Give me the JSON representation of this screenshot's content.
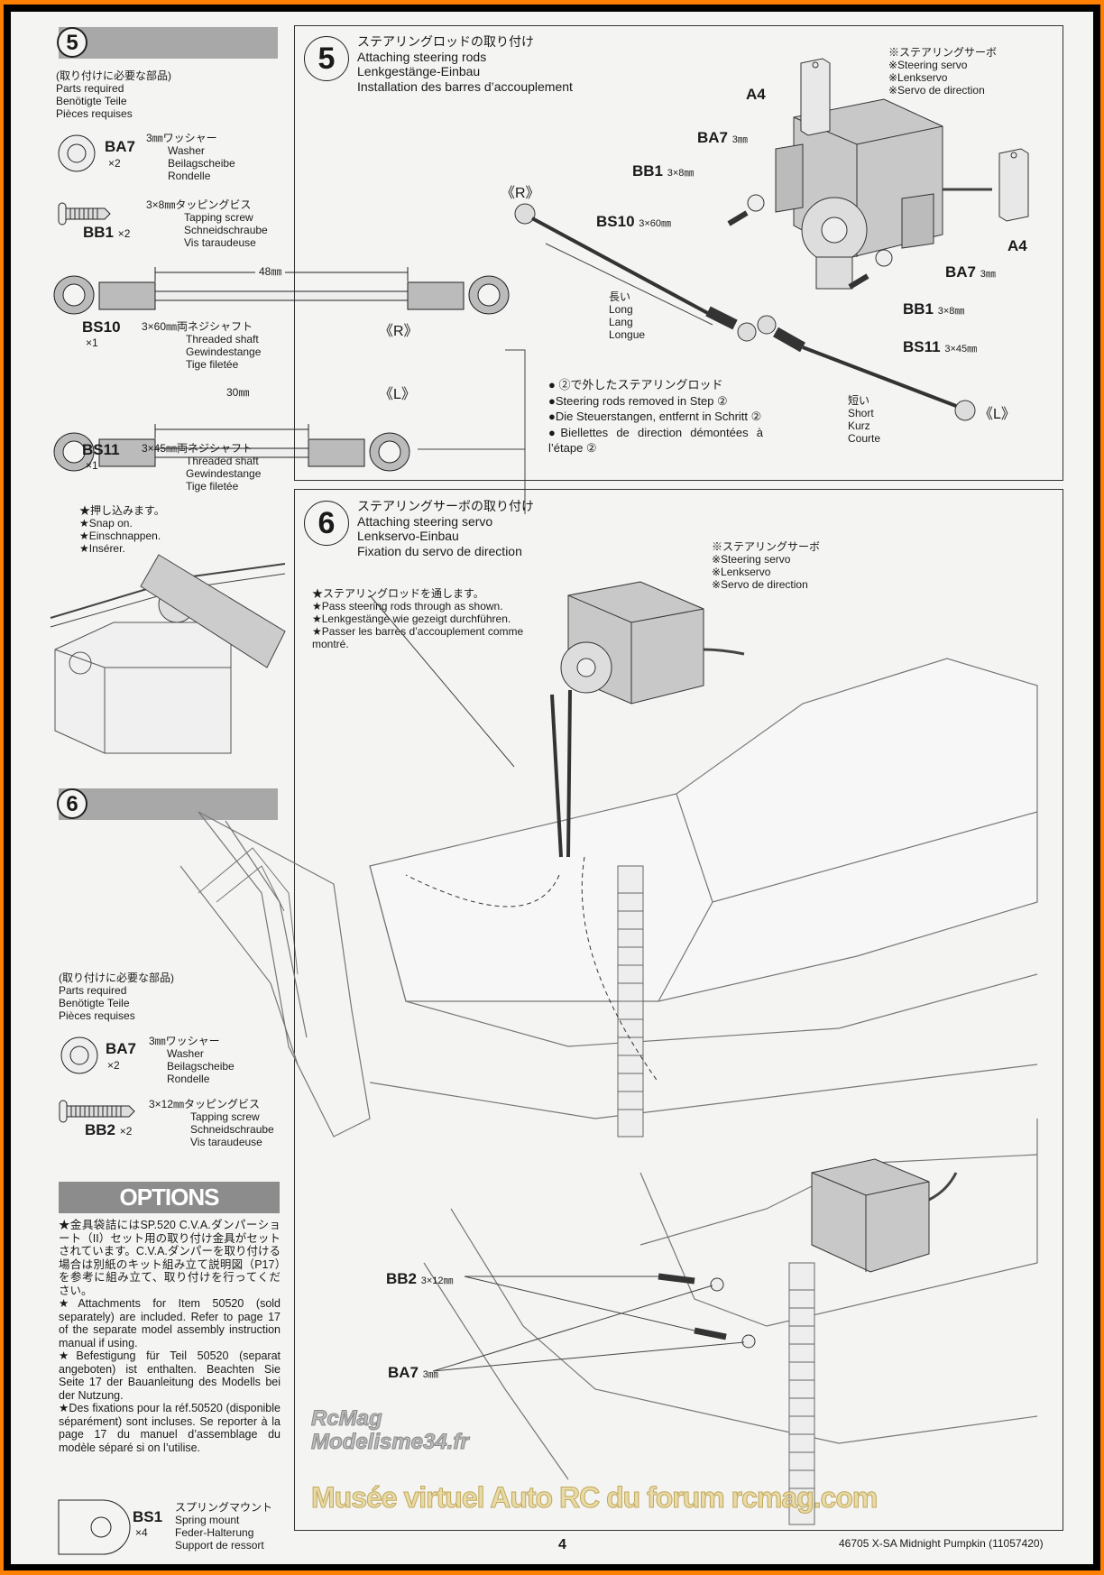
{
  "colors": {
    "border": "#ff7f00",
    "header_bar": "#a8a8a8",
    "options_bar": "#8c8c8c",
    "servo": "#c8c8c8"
  },
  "left5": {
    "step": "5",
    "parts_title": [
      "(取り付けに必要な部品)",
      "Parts required",
      "Benötigte Teile",
      "Pièces requises"
    ],
    "ba7": {
      "code": "BA7",
      "qty": "×2",
      "desc": [
        "3㎜ワッシャー",
        "Washer",
        "Beilagscheibe",
        "Rondelle"
      ]
    },
    "bb1": {
      "code": "BB1",
      "qty": "×2",
      "desc": [
        "3×8㎜タッピングビス",
        "Tapping screw",
        "Schneidschraube",
        "Vis taraudeuse"
      ]
    },
    "bs10": {
      "code": "BS10",
      "qty": "×1",
      "length": "48㎜",
      "side": "《R》",
      "desc": [
        "3×60㎜両ネジシャフト",
        "Threaded shaft",
        "Gewindestange",
        "Tige filetée"
      ]
    },
    "bs11": {
      "code": "BS11",
      "qty": "×1",
      "length": "30㎜",
      "side": "《L》",
      "desc": [
        "3×45㎜両ネジシャフト",
        "Threaded shaft",
        "Gewindestange",
        "Tige filetée"
      ]
    },
    "snap": [
      "★押し込みます。",
      "★Snap on.",
      "★Einschnappen.",
      "★Insérer."
    ]
  },
  "step5": {
    "num": "5",
    "title": [
      "ステアリングロッドの取り付け",
      "Attaching steering rods",
      "Lenkgestänge-Einbau",
      "Installation des barres d’accouplement"
    ],
    "servo_note": [
      "※ステアリングサーボ",
      "※Steering servo",
      "※Lenkservo",
      "※Servo de direction"
    ],
    "labels": {
      "a4": "A4",
      "ba7": "BA7",
      "ba7_size": "3㎜",
      "bb1": "BB1",
      "bb1_size": "3×8㎜",
      "bs10": "BS10",
      "bs10_size": "3×60㎜",
      "bs11": "BS11",
      "bs11_size": "3×45㎜",
      "r": "《R》",
      "l": "《L》"
    },
    "long": [
      "長い",
      "Long",
      "Lang",
      "Longue"
    ],
    "short": [
      "短い",
      "Short",
      "Kurz",
      "Courte"
    ],
    "note": [
      "● ②で外したステアリングロッド",
      "●Steering rods removed in Step ②",
      "●Die Steuerstangen, entfernt in Schritt ②",
      "●Biellettes de direction démontées à l’étape ②"
    ]
  },
  "left6": {
    "step": "6",
    "parts_title": [
      "(取り付けに必要な部品)",
      "Parts required",
      "Benötigte Teile",
      "Pièces requises"
    ],
    "ba7": {
      "code": "BA7",
      "qty": "×2",
      "desc": [
        "3㎜ワッシャー",
        "Washer",
        "Beilagscheibe",
        "Rondelle"
      ]
    },
    "bb2": {
      "code": "BB2",
      "qty": "×2",
      "desc": [
        "3×12㎜タッピングビス",
        "Tapping screw",
        "Schneidschraube",
        "Vis taraudeuse"
      ]
    }
  },
  "step6": {
    "num": "6",
    "title": [
      "ステアリングサーボの取り付け",
      "Attaching steering servo",
      "Lenkservo-Einbau",
      "Fixation du servo de direction"
    ],
    "servo_note": [
      "※ステアリングサーボ",
      "※Steering servo",
      "※Lenkservo",
      "※Servo de direction"
    ],
    "pass_note": [
      "★ステアリングロッドを通します。",
      "★Pass steering rods through as shown.",
      "★Lenkgestänge wie gezeigt durchführen.",
      "★Passer les barres d’accouplement comme montré."
    ],
    "labels": {
      "bb2": "BB2",
      "bb2_size": "3×12㎜",
      "ba7": "BA7",
      "ba7_size": "3㎜"
    }
  },
  "options": {
    "title": "OPTIONS",
    "paras": [
      "★金具袋詰にはSP.520 C.V.A.ダンパーショート（II）セット用の取り付け金具がセットされています。C.V.A.ダンパーを取り付ける場合は別紙のキット組み立て説明図（P17）を参考に組み立て、取り付けを行ってください。",
      "★Attachments for Item 50520 (sold separately) are included. Refer to page 17 of the separate model assembly instruction manual if using.",
      "★Befestigung für Teil 50520 (separat angeboten) ist enthalten. Beachten Sie Seite 17 der Bauanleitung des Modells bei der Nutzung.",
      "★Des fixations pour la réf.50520 (disponible séparément) sont incluses. Se reporter à la page 17 du manuel d’assemblage du modèle séparé si on l’utilise."
    ],
    "bs1": {
      "code": "BS1",
      "qty": "×4",
      "desc": [
        "スプリングマウント",
        "Spring mount",
        "Feder-Halterung",
        "Support de ressort"
      ]
    }
  },
  "footer": {
    "page": "4",
    "product": "46705 X-SA Midnight Pumpkin (11057420)"
  },
  "watermark": {
    "main": "Musée virtuel Auto RC du forum rcmag.com",
    "logo": [
      "RcMag",
      "Modelisme34.fr"
    ]
  }
}
